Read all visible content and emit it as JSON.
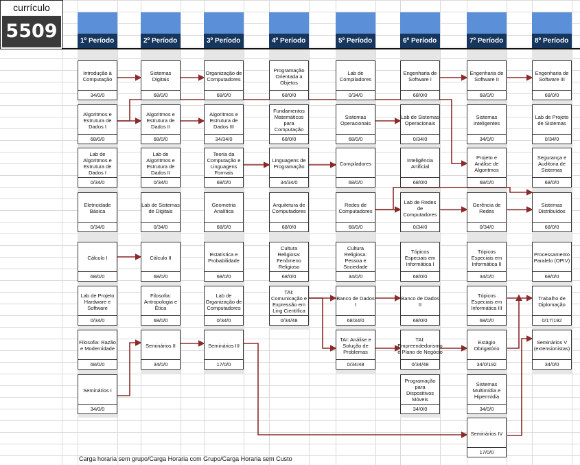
{
  "curriculum": {
    "label": "currículo",
    "code": "5509"
  },
  "periods": [
    {
      "label": "1º Período"
    },
    {
      "label": "2º Período"
    },
    {
      "label": "3º Período"
    },
    {
      "label": "4º Período"
    },
    {
      "label": "5º Período"
    },
    {
      "label": "6º Período"
    },
    {
      "label": "7º Período"
    },
    {
      "label": "8º Período"
    }
  ],
  "courses": [
    {
      "col": 0,
      "row": 0,
      "title": "Introdução à Computação",
      "hours": "34/0/0"
    },
    {
      "col": 0,
      "row": 1,
      "title": "Algoritmos e Estrutura de Dados I",
      "hours": "68/0/0"
    },
    {
      "col": 0,
      "row": 2,
      "title": "Lab de Algoritmos e Estrutura de Dados I",
      "hours": "0/34/0"
    },
    {
      "col": 0,
      "row": 3,
      "title": "Eletricidade Básica",
      "hours": "0/34/0"
    },
    {
      "col": 0,
      "row": 4,
      "title": "Cálculo I",
      "hours": "68/0/0"
    },
    {
      "col": 0,
      "row": 5,
      "title": "Lab de Projeto Hardware e Software",
      "hours": "0/34/0"
    },
    {
      "col": 0,
      "row": 6,
      "title": "Filosofia: Razão e Modernidade",
      "hours": "68/0/0"
    },
    {
      "col": 0,
      "row": 7,
      "title": "Seminários I",
      "hours": "34/0/0"
    },
    {
      "col": 1,
      "row": 0,
      "title": "Sistemas Digitais",
      "hours": "68/0/0"
    },
    {
      "col": 1,
      "row": 1,
      "title": "Algoritmos e Estrutura de Dados II",
      "hours": "68/0/0"
    },
    {
      "col": 1,
      "row": 2,
      "title": "Lab de Algoritmos e Estrutura de Dados II",
      "hours": "0/34/0"
    },
    {
      "col": 1,
      "row": 3,
      "title": "Lab de Sistemas de Digitais",
      "hours": "0/34/0"
    },
    {
      "col": 1,
      "row": 4,
      "title": "Cálculo II",
      "hours": "68/0/0"
    },
    {
      "col": 1,
      "row": 5,
      "title": "Filosofia: Antropologia e Ética",
      "hours": "68/0/0"
    },
    {
      "col": 1,
      "row": 6,
      "title": "Seminários II",
      "hours": "34/0/0"
    },
    {
      "col": 2,
      "row": 0,
      "title": "Organização de Computadores",
      "hours": "68/0/0"
    },
    {
      "col": 2,
      "row": 1,
      "title": "Algoritmos e Estrutura de Dados III",
      "hours": "34/34/0"
    },
    {
      "col": 2,
      "row": 2,
      "title": "Teoria da Computação e Linguagens Formais",
      "hours": "68/0/0"
    },
    {
      "col": 2,
      "row": 3,
      "title": "Geometria Analítica",
      "hours": "68/0/0"
    },
    {
      "col": 2,
      "row": 4,
      "title": "Estatística e Probabilidade",
      "hours": "68/0/0"
    },
    {
      "col": 2,
      "row": 5,
      "title": "Lab de Organização de Computadores",
      "hours": "0/34/0"
    },
    {
      "col": 2,
      "row": 6,
      "title": "Seminários III",
      "hours": "17/0/0"
    },
    {
      "col": 3,
      "row": 0,
      "title": "Programação Orientada a Objetos",
      "hours": "68/0/0"
    },
    {
      "col": 3,
      "row": 1,
      "title": "Fundamentos Matemáticos para Computação",
      "hours": "68/0/0"
    },
    {
      "col": 3,
      "row": 2,
      "title": "Linguagens de Programação",
      "hours": "34/34/0"
    },
    {
      "col": 3,
      "row": 3,
      "title": "Arquitetura de Computadores",
      "hours": "68/0/0"
    },
    {
      "col": 3,
      "row": 4,
      "title": "Cultura Religiosa: Fenômeno Religioso",
      "hours": "68/0/0"
    },
    {
      "col": 3,
      "row": 5,
      "title": "TAI: Comunicação e Expressão em Ling Científica",
      "hours": "0/34/48"
    },
    {
      "col": 4,
      "row": 0,
      "title": "Lab de Compiladores",
      "hours": "0/34/0"
    },
    {
      "col": 4,
      "row": 1,
      "title": "Sistemas Operacionais",
      "hours": "68/0/0"
    },
    {
      "col": 4,
      "row": 2,
      "title": "Compiladores",
      "hours": "68/0/0"
    },
    {
      "col": 4,
      "row": 3,
      "title": "Redes de Computadores",
      "hours": "68/0/0"
    },
    {
      "col": 4,
      "row": 4,
      "title": "Cultura Religiosa: Pessoa e Sociedade",
      "hours": "34/0/0"
    },
    {
      "col": 4,
      "row": 5,
      "title": "Banco de Dados I",
      "hours": "68/34/0"
    },
    {
      "col": 4,
      "row": 6,
      "title": "TAI: Análise e Solução de Problemas",
      "hours": "0/34/48"
    },
    {
      "col": 5,
      "row": 0,
      "title": "Engenharia de Software I",
      "hours": "68/0/0"
    },
    {
      "col": 5,
      "row": 1,
      "title": "Lab de Sistemas Operacionais",
      "hours": "0/34/0"
    },
    {
      "col": 5,
      "row": 2,
      "title": "Inteligência Artificial",
      "hours": "68/0/0"
    },
    {
      "col": 5,
      "row": 3,
      "title": "Lab de Redes de Computadores",
      "hours": "0/34/0"
    },
    {
      "col": 5,
      "row": 4,
      "title": "Tópicos Especiais em Informática I",
      "hours": "68/0/0"
    },
    {
      "col": 5,
      "row": 5,
      "title": "Banco de Dados II",
      "hours": "68/0/0"
    },
    {
      "col": 5,
      "row": 6,
      "title": "TAI: Empreendedorismo e Plano de Negócio",
      "hours": "0/34/48"
    },
    {
      "col": 5,
      "row": 7,
      "title": "Programação para Dispositivos Móveis",
      "hours": "34/0/0"
    },
    {
      "col": 6,
      "row": 0,
      "title": "Engenharia de Software II",
      "hours": "68/0/0"
    },
    {
      "col": 6,
      "row": 1,
      "title": "Sistemas Inteligentes",
      "hours": "34/0/0"
    },
    {
      "col": 6,
      "row": 2,
      "title": "Projeto e Análise de Algoritmos",
      "hours": "68/0/0"
    },
    {
      "col": 6,
      "row": 3,
      "title": "Gerência de Redes",
      "hours": "0/34/0"
    },
    {
      "col": 6,
      "row": 4,
      "title": "Tópicos Especiais em Informática II",
      "hours": "34/0/0"
    },
    {
      "col": 6,
      "row": 5,
      "title": "Tópicos Especiais em Informática III",
      "hours": "68/0/0"
    },
    {
      "col": 6,
      "row": 6,
      "title": "Estágio Obrigatório",
      "hours": "34/0/192"
    },
    {
      "col": 6,
      "row": 7,
      "title": "Sistemas Multimídia e Hipermídia",
      "hours": "34/0/0"
    },
    {
      "col": 6,
      "row": 8,
      "title": "Seminários IV",
      "hours": "17/0/0"
    },
    {
      "col": 7,
      "row": 0,
      "title": "Engenharia de Software III",
      "hours": "68/0/0"
    },
    {
      "col": 7,
      "row": 1,
      "title": "Lab de Projeto de Sistemas",
      "hours": "0/34/0"
    },
    {
      "col": 7,
      "row": 2,
      "title": "Segurança e Auditoria de Sistemas",
      "hours": "68/0/0"
    },
    {
      "col": 7,
      "row": 3,
      "title": "Sistemas Distribuídos",
      "hours": "68/0/0"
    },
    {
      "col": 7,
      "row": 4,
      "title": "Processamento Paralelo (OPIV)",
      "hours": "68/0/0"
    },
    {
      "col": 7,
      "row": 5,
      "title": "Trabalho de Diplomação",
      "hours": "0/17/192"
    },
    {
      "col": 7,
      "row": 6,
      "title": "Seminários V (extensionistas)",
      "hours": "34/0/0"
    }
  ],
  "footer": "Carga horaria sem grupo/Carga Horaria com Grupo/Carga Horaria sem Custo",
  "colors": {
    "header_top": "#5b8fd8",
    "header": "#17365d",
    "arrow": "#8b2a2a",
    "column_bg": "#e6e6e6"
  }
}
